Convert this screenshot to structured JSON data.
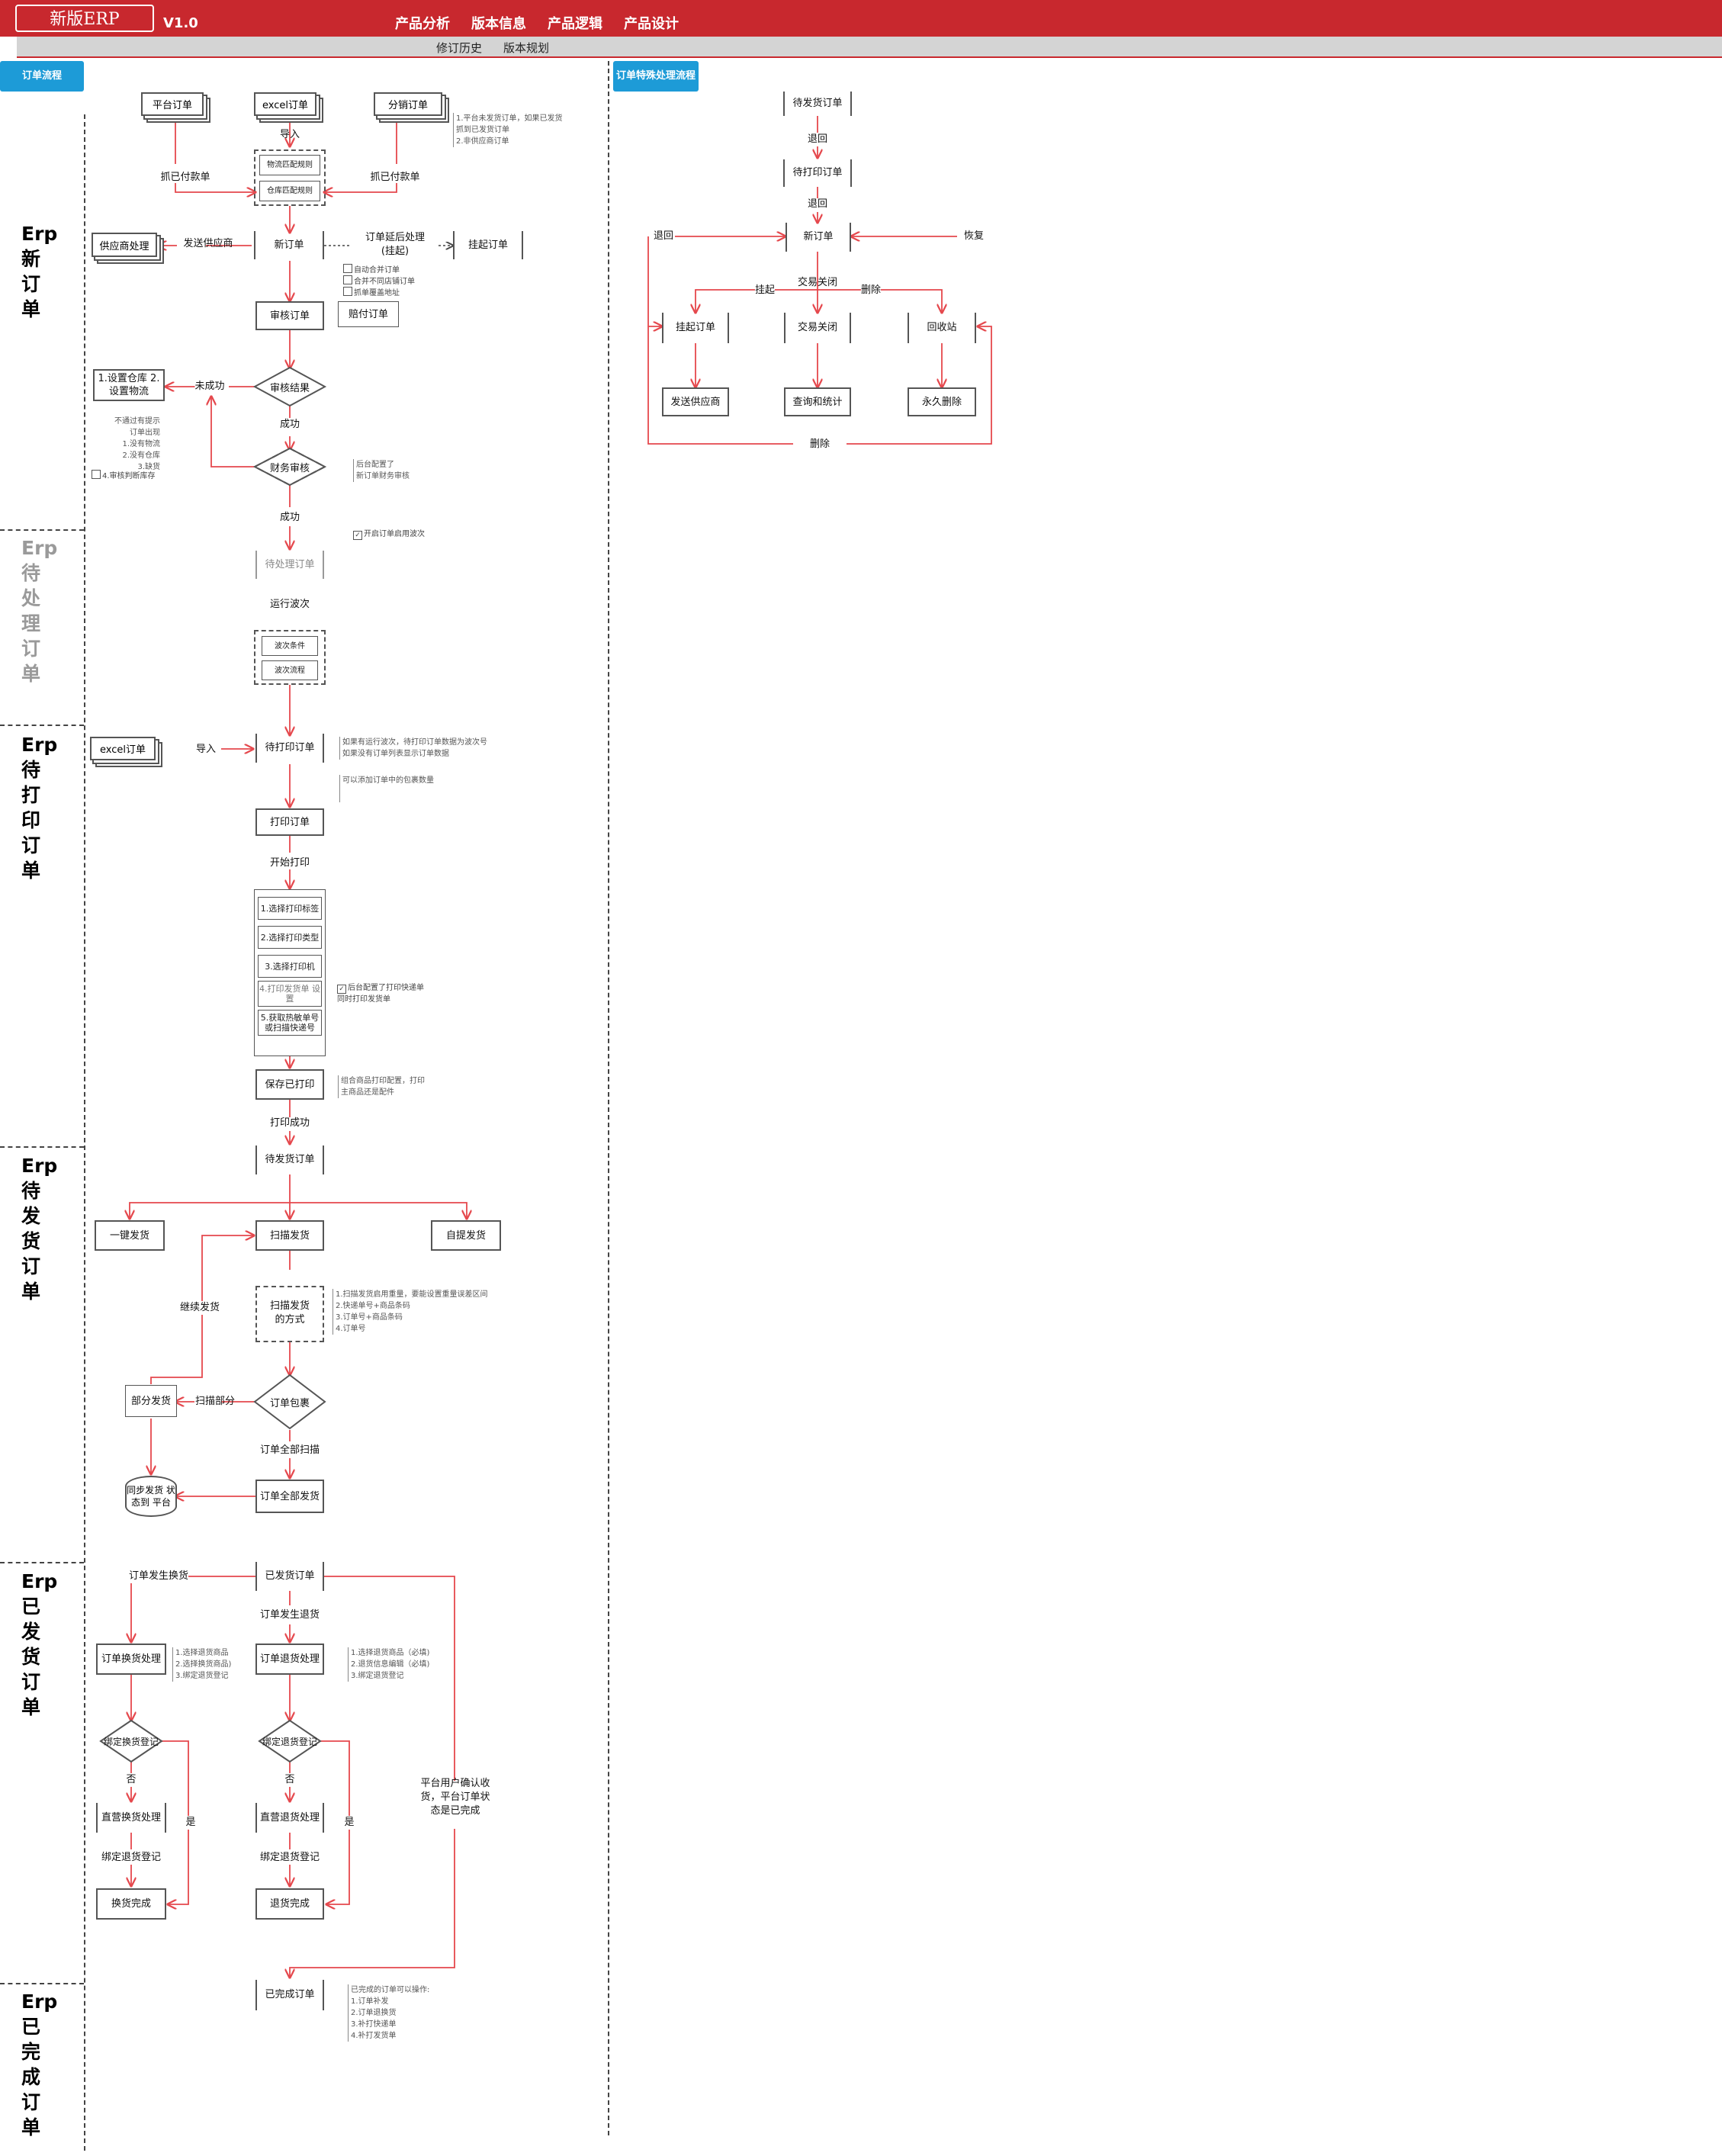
{
  "header": {
    "brand": "新版ERP",
    "version": "V1.0",
    "nav": [
      "产品分析",
      "版本信息",
      "产品逻辑",
      "产品设计"
    ],
    "subnav": [
      "修订历史",
      "版本规划"
    ]
  },
  "tags": {
    "left": "订单流程",
    "right": "订单特殊处理流程"
  },
  "stages": {
    "new": "Erp\n新\n订\n单",
    "pending": "Erp\n待\n处\n理\n订\n单",
    "print": "Erp\n待\n打\n印\n订\n单",
    "ship": "Erp\n待\n发\n货\n订\n单",
    "shipped": "Erp\n已\n发\n货\n订\n单",
    "done": "Erp\n已\n完\n成\n订\n单"
  },
  "flow": {
    "platform_order": "平台订单",
    "excel_order": "excel订单",
    "dist_order": "分销订单",
    "import": "导入",
    "grab_paid_left": "抓已付款单",
    "grab_paid_right": "抓已付款单",
    "logistics_rule": "物流匹配规则",
    "warehouse_rule": "仓库匹配规则",
    "dist_note": "1.平台未发货订单，如果已发货\n抓到已发货订单\n2.非供应商订单",
    "supplier": "供应商处理",
    "send_supplier": "发送供应商",
    "new_order": "新订单",
    "delay": "订单延后处理\n(挂起)",
    "hang_order": "挂起订单",
    "auto_merge": "自动合并订单",
    "merge_shops": "合并不同店铺订单",
    "grab_cover": "抓单覆盖地址",
    "claim_order": "赔付订单",
    "review_order": "审核订单",
    "set_wh_log": "1.设置仓库\n2.设置物流",
    "fail": "未成功",
    "review_result": "审核结果",
    "fail_note": "不通过有提示\n订单出现\n1.没有物流\n2.没有仓库\n3.缺货",
    "lock_note": "4.审核判断库存",
    "success1": "成功",
    "finance_review": "财务审核",
    "finance_note": "后台配置了\n新订单财务审核",
    "success2": "成功",
    "wave_check": "开启订单启用波次",
    "pending_order": "待处理订单",
    "run_wave": "运行波次",
    "wave_cond": "波次条件",
    "wave_flow": "波次流程",
    "excel_order2": "excel订单",
    "import2": "导入",
    "to_print": "待打印订单",
    "print_note1": "如果有运行波次，待打印订单数据为波次号\n如果没有订单列表显示订单数据",
    "print_note2": "可以添加订单中的包裹数量",
    "print_order": "打印订单",
    "start_print": "开始打印",
    "step1": "1.选择打印标签",
    "step2": "2.选择打印类型",
    "step3": "3.选择打印机",
    "step4": "4.打印发货单\n设置",
    "step5": "5.获取热敏单号\n或扫描快递号",
    "print_check": "后台配置了打印快递单\n同时打印发货单",
    "save_printed": "保存已打印",
    "save_note": "组合商品打印配置，打印\n主商品还是配件",
    "print_ok": "打印成功",
    "to_ship": "待发货订单",
    "one_click": "一键发货",
    "scan_ship": "扫描发货",
    "self_ship": "自提发货",
    "continue_ship": "继续发货",
    "scan_way": "扫描发货\n的方式",
    "scan_note": "1.扫描发货启用重量，要能设置重量误差区间\n2.快递单号+商品条码\n3.订单号+商品条码\n4.订单号",
    "partial": "部分发货",
    "scan_part": "扫描部分",
    "package": "订单包裹",
    "all_scan": "订单全部扫描",
    "sync": "同步发货\n状态到\n平台",
    "all_ship": "订单全部发货",
    "shipped_order": "已发货订单",
    "exchange_happen": "订单发生换货",
    "return_happen": "订单发生退货",
    "exchange_proc": "订单换货处理",
    "exchange_note": "1.选择退货商品\n2.选择换货商品)\n3.绑定退货登记",
    "return_proc": "订单退货处理",
    "return_note": "1.选择退货商品（必填)\n2.退货信息编辑（必填)\n3.绑定退货登记",
    "bind_exchange": "绑定换货登记",
    "bind_return": "绑定退货登记",
    "no1": "否",
    "no2": "否",
    "yes1": "是",
    "yes2": "是",
    "direct_exchange": "直营换货处理",
    "direct_return": "直营退货处理",
    "bind_return1": "绑定退货登记",
    "bind_return2": "绑定退货登记",
    "exchange_done": "换货完成",
    "return_done": "退货完成",
    "platform_confirm": "平台用户确认收\n货，平台订单状\n态是已完成",
    "done_order": "已完成订单",
    "done_note": "已完成的订单可以操作:\n1.订单补发\n2.订单退换货\n3.补打快递单\n4.补打发货单"
  },
  "special": {
    "to_ship": "待发货订单",
    "back1": "退回",
    "to_print": "待打印订单",
    "back2": "退回",
    "new_order": "新订单",
    "back_left": "退回",
    "restore": "恢复",
    "close_top": "交易关闭",
    "hang": "挂起",
    "delete_top": "删除",
    "hang_order": "挂起订单",
    "close_order": "交易关闭",
    "recycle": "回收站",
    "send_supplier": "发送供应商",
    "query": "查询和统计",
    "perm_delete": "永久删除",
    "delete_bottom": "删除"
  },
  "colors": {
    "header": "#c8282e",
    "tag": "#1d9bd7",
    "arrow": "#e5484d"
  }
}
